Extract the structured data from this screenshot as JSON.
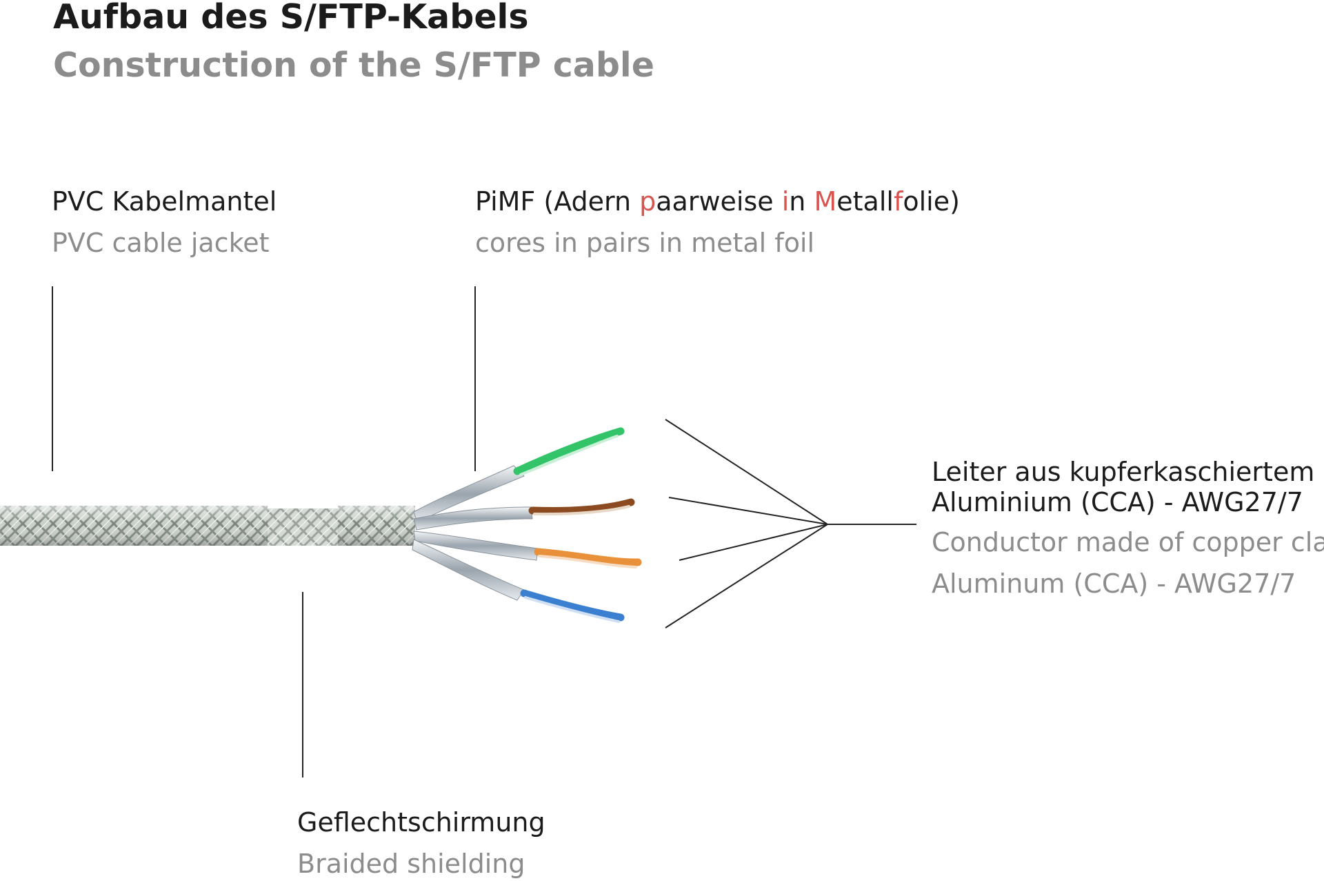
{
  "colors": {
    "heading": "#1b1b1b",
    "subheading": "#8c8c8c",
    "highlight": "#d9534f",
    "pair_green": "#33c46a",
    "pair_brown": "#8b4a1f",
    "pair_orange": "#e8903a",
    "pair_blue": "#3b7fd0"
  },
  "title": {
    "de": "Aufbau des S/FTP-Kabels",
    "en": "Construction of the S/FTP cable"
  },
  "labels": {
    "jacket": {
      "de": "PVC Kabelmantel",
      "en": "PVC cable jacket"
    },
    "pimf": {
      "de_parts": [
        "PiMF (Adern ",
        "p",
        "aarweise ",
        "i",
        "n ",
        "M",
        "etall",
        "f",
        "olie)"
      ],
      "en": "cores in pairs in metal foil"
    },
    "conductor": {
      "de_line1": "Leiter aus kupferkaschiertem",
      "de_line2": "Aluminium (CCA) - AWG27/7",
      "en_line1": "Conductor made of copper clad",
      "en_line2": "Aluminum (CCA) - AWG27/7"
    },
    "braid": {
      "de": "Geflechtschirmung",
      "en": "Braided shielding"
    }
  },
  "icons": [
    "cable-illustration"
  ]
}
